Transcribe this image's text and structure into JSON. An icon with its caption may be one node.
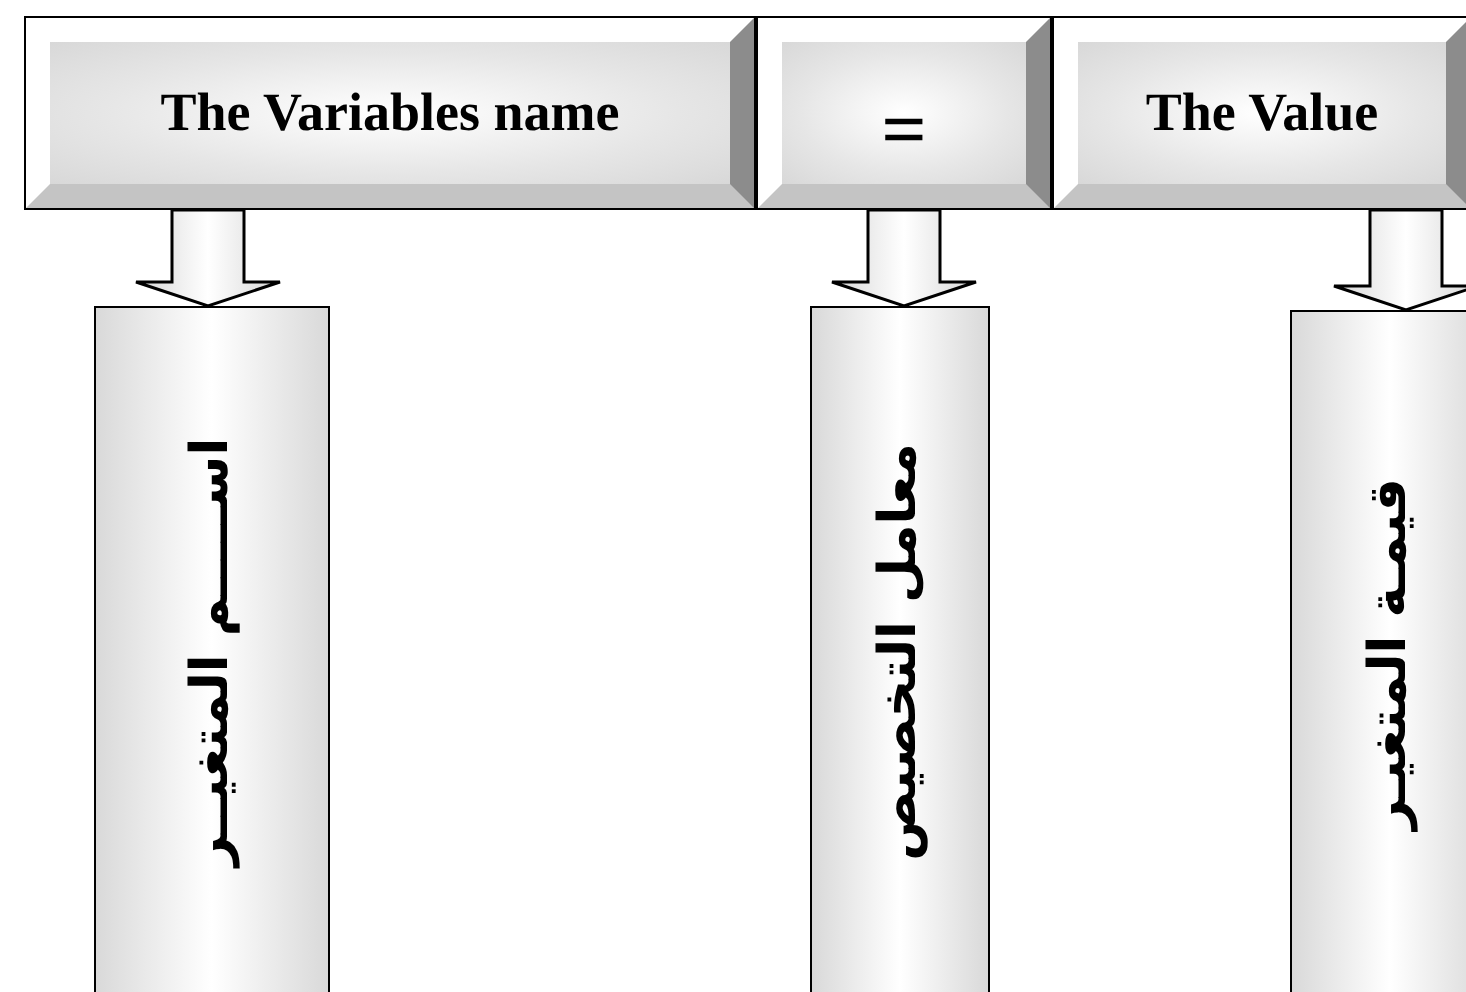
{
  "diagram": {
    "nodes": [
      {
        "text": [
          "The Variables name"
        ]
      },
      {
        "text": [
          "="
        ]
      },
      {
        "text": [
          "The Value"
        ]
      },
      {
        "text": [
          "اســـــم المتغيــر"
        ]
      },
      {
        "text": [
          "معامل التخصيص"
        ]
      },
      {
        "text": [
          "قيمـة المتغيـر"
        ]
      }
    ],
    "edges": [
      {
        "from": 0,
        "to": 3,
        "arrow": "to"
      },
      {
        "from": 1,
        "to": 4,
        "arrow": "to"
      },
      {
        "from": 2,
        "to": 5,
        "arrow": "to"
      }
    ]
  }
}
